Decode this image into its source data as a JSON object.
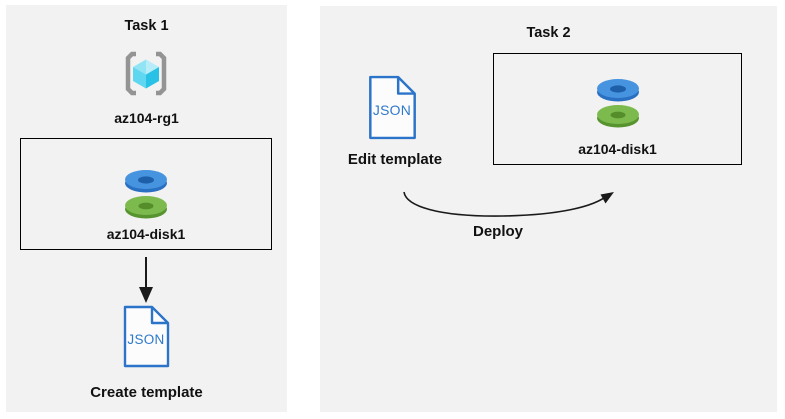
{
  "diagram": {
    "description": "Azure AZ-104 lab flow: create template from disk, edit and deploy"
  },
  "task1": {
    "title": "Task 1",
    "resource_group": {
      "label": "az104-rg1",
      "icon": "resource-group-icon"
    },
    "disk": {
      "label": "az104-disk1",
      "icon": "disk-icon"
    },
    "template_file": {
      "label": "JSON",
      "icon": "json-file-icon"
    },
    "caption": "Create template"
  },
  "task2": {
    "title": "Task 2",
    "template_file": {
      "label": "JSON",
      "icon": "json-file-icon"
    },
    "edit_caption": "Edit template",
    "disk": {
      "label": "az104-disk1",
      "icon": "disk-icon"
    },
    "deploy_caption": "Deploy"
  },
  "colors": {
    "panel_bg": "#f2f2f2",
    "box_border": "#000000",
    "text": "#111111",
    "json_outline_blue": "#2b74c9",
    "json_text_blue": "#2e79cc",
    "disk_blue_face": "#4693e0",
    "disk_blue_rim": "#2a70c2",
    "disk_blue_hole": "#1e5fa9",
    "disk_green_face": "#7cba4d",
    "disk_green_rim": "#579430",
    "disk_green_hole": "#548d29",
    "bracket_gray": "#949494",
    "cube_top_light": "#b6edf9",
    "cube_top_mid": "#90e4f4",
    "cube_left": "#5fd7f1",
    "cube_right": "#29c2e6",
    "arrow_black": "#1a1a1a"
  }
}
